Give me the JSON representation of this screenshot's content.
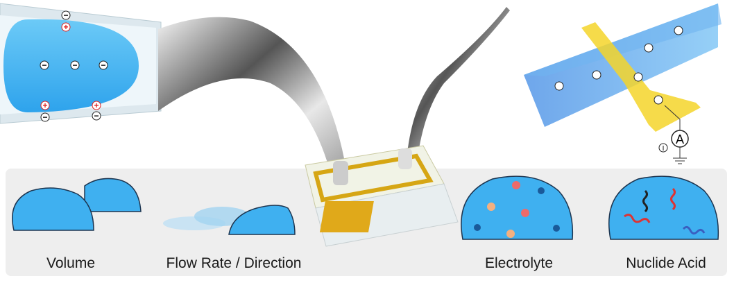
{
  "labels": {
    "volume": "Volume",
    "flow": "Flow Rate / Direction",
    "electrolyte": "Electrolyte",
    "nucleic": "Nuclide Acid"
  },
  "ammeter": "A",
  "current": "I",
  "colors": {
    "droplet": "#4bb4f0",
    "gold": "#f2c21b",
    "channel": "#3f8ee8",
    "panel": "#eeeeee"
  }
}
